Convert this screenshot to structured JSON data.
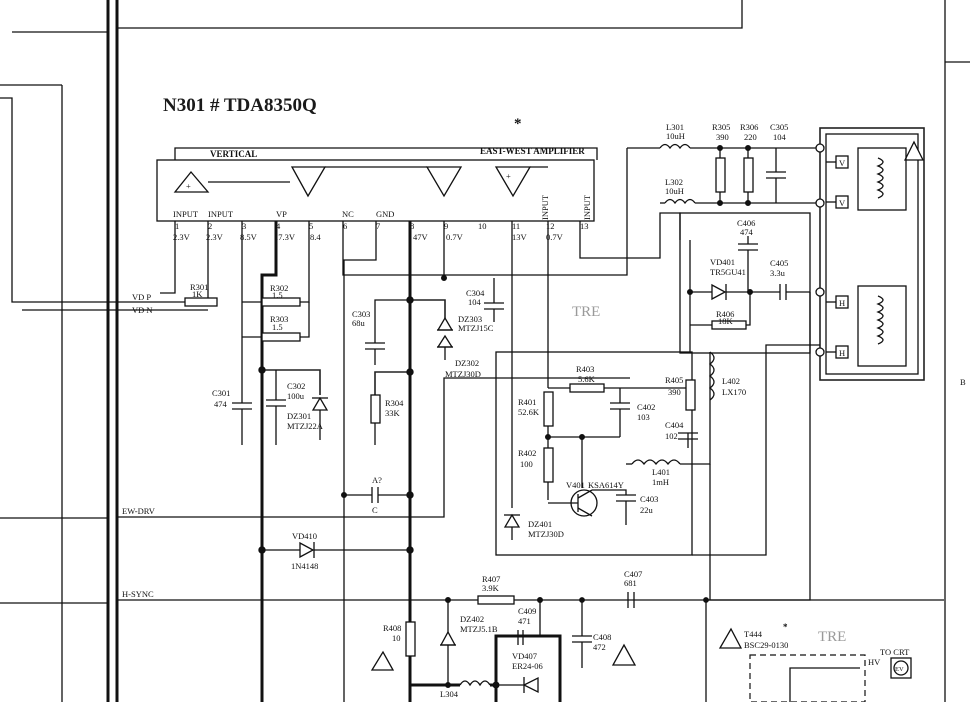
{
  "title": "N301 # TDA8350Q",
  "ic_sections": {
    "vertical": "VERTICAL",
    "eastwest": "EAST-WEST AMPLIFIER"
  },
  "pins": [
    {
      "num": "1",
      "name": "INPUT",
      "volt": "2.3V"
    },
    {
      "num": "2",
      "name": "INPUT",
      "volt": "2.3V"
    },
    {
      "num": "3",
      "name": "",
      "volt": "8.5V"
    },
    {
      "num": "4",
      "name": "VP",
      "volt": "17.3V"
    },
    {
      "num": "5",
      "name": "",
      "volt": "8.4"
    },
    {
      "num": "6",
      "name": "NC",
      "volt": ""
    },
    {
      "num": "7",
      "name": "GND",
      "volt": ""
    },
    {
      "num": "8",
      "name": "",
      "volt": "47V"
    },
    {
      "num": "9",
      "name": "",
      "volt": "0.7V"
    },
    {
      "num": "10",
      "name": "",
      "volt": ""
    },
    {
      "num": "11",
      "name": "",
      "volt": "13V"
    },
    {
      "num": "12",
      "name": "INPUT",
      "volt": "0.7V"
    },
    {
      "num": "13",
      "name": "INPUT",
      "volt": ""
    }
  ],
  "signals": {
    "vd_p": "VD P",
    "vd_n": "VD N",
    "ew_drv": "EW-DRV",
    "h_sync": "H-SYNC"
  },
  "components": {
    "r301": {
      "ref": "R301",
      "val": "1K"
    },
    "r302": {
      "ref": "R302",
      "val": "1.5"
    },
    "r303": {
      "ref": "R303",
      "val": "1.5"
    },
    "c301": {
      "ref": "C301",
      "val": "474"
    },
    "c302": {
      "ref": "C302",
      "val": "100u"
    },
    "dz301": {
      "ref": "DZ301",
      "val": "MTZJ22A"
    },
    "c303": {
      "ref": "C303",
      "val": "68u"
    },
    "r304": {
      "ref": "R304",
      "val": "33K"
    },
    "dz303": {
      "ref": "DZ303",
      "val": "MTZJ15C"
    },
    "dz302": {
      "ref": "DZ302",
      "val": "MTZJ30D"
    },
    "c304": {
      "ref": "C304",
      "val": "104"
    },
    "a": {
      "ref": "A?",
      "val": "C"
    },
    "vd410": {
      "ref": "VD410",
      "val": "1N4148"
    },
    "r408": {
      "ref": "R408",
      "val": "10"
    },
    "dz402": {
      "ref": "DZ402",
      "val": "MTZJ5.1B"
    },
    "r407": {
      "ref": "R407",
      "val": "3.9K"
    },
    "c409": {
      "ref": "C409",
      "val": "471"
    },
    "vd407": {
      "ref": "VD407",
      "val": "ER24-06"
    },
    "c408": {
      "ref": "C408",
      "val": "472"
    },
    "c407": {
      "ref": "C407",
      "val": "681"
    },
    "l304": {
      "ref": "L304",
      "val": ""
    },
    "r401": {
      "ref": "R401",
      "val": "52.6K"
    },
    "r402": {
      "ref": "R402",
      "val": "100"
    },
    "r403": {
      "ref": "R403",
      "val": "5.6K"
    },
    "c402": {
      "ref": "C402",
      "val": "103"
    },
    "dz401": {
      "ref": "DZ401",
      "val": "MTZJ30D"
    },
    "v401": {
      "ref": "V401",
      "val": "KSA614Y"
    },
    "c403": {
      "ref": "C403",
      "val": "22u"
    },
    "l401": {
      "ref": "L401",
      "val": "1mH"
    },
    "c404": {
      "ref": "C404",
      "val": "102"
    },
    "r405": {
      "ref": "R405",
      "val": "390"
    },
    "l402": {
      "ref": "L402",
      "val": "LX170"
    },
    "r406": {
      "ref": "R406",
      "val": "18K"
    },
    "vd401": {
      "ref": "VD401",
      "val": "TR5GU41"
    },
    "c405": {
      "ref": "C405",
      "val": "3.3u"
    },
    "c406": {
      "ref": "C406",
      "val": "474"
    },
    "l301": {
      "ref": "L301",
      "val": "10uH"
    },
    "l302": {
      "ref": "L302",
      "val": "10uH"
    },
    "r305": {
      "ref": "R305",
      "val": "390"
    },
    "r306": {
      "ref": "R306",
      "val": "220"
    },
    "c305": {
      "ref": "C305",
      "val": "104"
    },
    "t444": {
      "ref": "T444",
      "val": "BSC29-0130"
    }
  },
  "misc": {
    "to_crt": "TO CRT",
    "hv": "HV",
    "ev": "EV",
    "yoke_v": "V",
    "yoke_h": "H",
    "edge_b": "B",
    "asterisk": "*"
  },
  "watermarks": [
    "TRE",
    "TRE"
  ]
}
